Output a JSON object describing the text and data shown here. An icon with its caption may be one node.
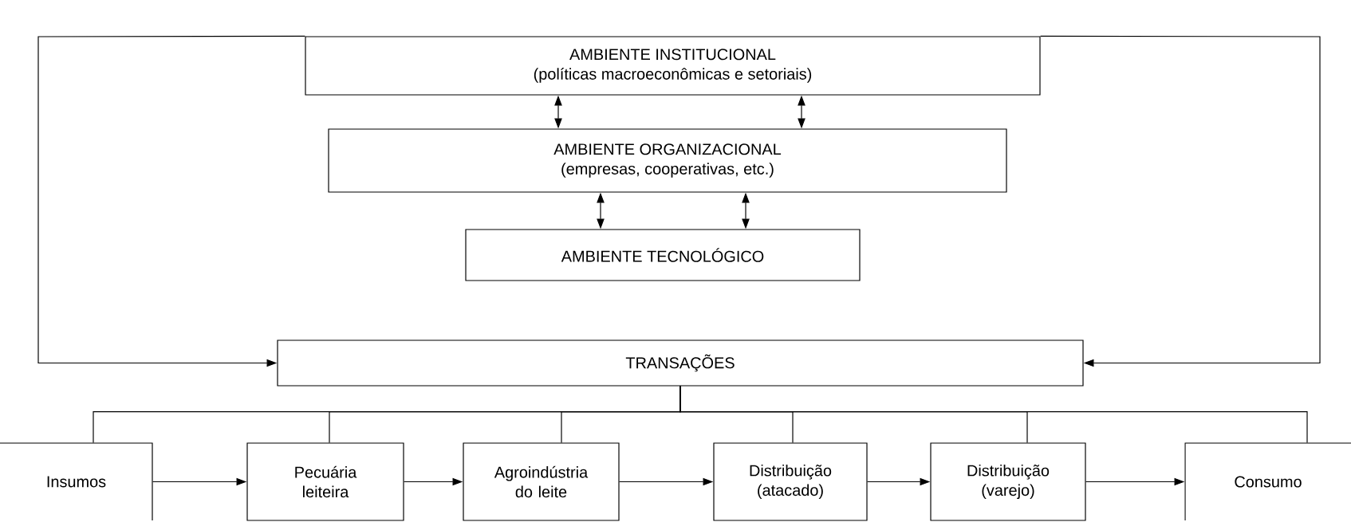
{
  "diagram": {
    "nodes": [
      {
        "text": [
          "AMBIENTE INSTITUCIONAL",
          "(políticas macroeconômicas e setoriais)"
        ]
      },
      {
        "text": [
          "AMBIENTE ORGANIZACIONAL",
          "(empresas, cooperativas, etc.)"
        ]
      },
      {
        "text": [
          "AMBIENTE TECNOLÓGICO"
        ]
      },
      {
        "text": [
          "TRANSAÇÕES"
        ]
      },
      {
        "text": [
          "Insumos"
        ]
      },
      {
        "text": [
          "Pecuária leiteira"
        ]
      },
      {
        "text": [
          "Agroindústria do leite"
        ]
      },
      {
        "text": [
          "Distribuição (atacado)"
        ]
      },
      {
        "text": [
          "Distribuição (varejo)"
        ]
      },
      {
        "text": [
          "Consumo"
        ]
      }
    ],
    "edges": [
      {
        "from": 0,
        "to": 1,
        "arrow": "both"
      },
      {
        "from": 0,
        "to": 1,
        "arrow": "both"
      },
      {
        "from": 1,
        "to": 2,
        "arrow": "both"
      },
      {
        "from": 1,
        "to": 2,
        "arrow": "both"
      },
      {
        "from": 0,
        "to": 3,
        "arrow": "to"
      },
      {
        "from": 0,
        "to": 3,
        "arrow": "to"
      },
      {
        "from": 3,
        "to": 4,
        "arrow": "none"
      },
      {
        "from": 3,
        "to": 5,
        "arrow": "none"
      },
      {
        "from": 3,
        "to": 6,
        "arrow": "none"
      },
      {
        "from": 3,
        "to": 7,
        "arrow": "none"
      },
      {
        "from": 3,
        "to": 8,
        "arrow": "none"
      },
      {
        "from": 3,
        "to": 9,
        "arrow": "none"
      },
      {
        "from": 4,
        "to": 5,
        "arrow": "to"
      },
      {
        "from": 5,
        "to": 6,
        "arrow": "to"
      },
      {
        "from": 6,
        "to": 7,
        "arrow": "to"
      },
      {
        "from": 7,
        "to": 8,
        "arrow": "to"
      },
      {
        "from": 8,
        "to": 9,
        "arrow": "to"
      }
    ]
  }
}
